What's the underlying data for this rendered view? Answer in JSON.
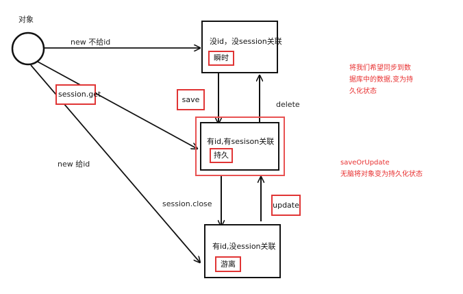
{
  "object_label": "对象",
  "edges": {
    "new_no_id": "new  不给id",
    "session_get": "session.get",
    "new_with_id": "new 给id",
    "save": "save",
    "delete": "delete",
    "session_close": "session.close",
    "update": "update"
  },
  "states": {
    "transient": {
      "title": "没id，没session关联",
      "tag": "瞬时"
    },
    "persistent": {
      "title": "有id,有sesison关联",
      "tag": "持久"
    },
    "detached": {
      "title": "有id,没ession关联",
      "tag": "游离"
    }
  },
  "notes": {
    "sync": [
      "将我们希望同步到数",
      "据库中的数据,变为持",
      "久化状态"
    ],
    "save_or_update_title": "saveOrUpdate",
    "save_or_update_desc": "无脑将对象变为持久化状态"
  },
  "colors": {
    "line": "#111111",
    "annotation": "#e03434"
  }
}
